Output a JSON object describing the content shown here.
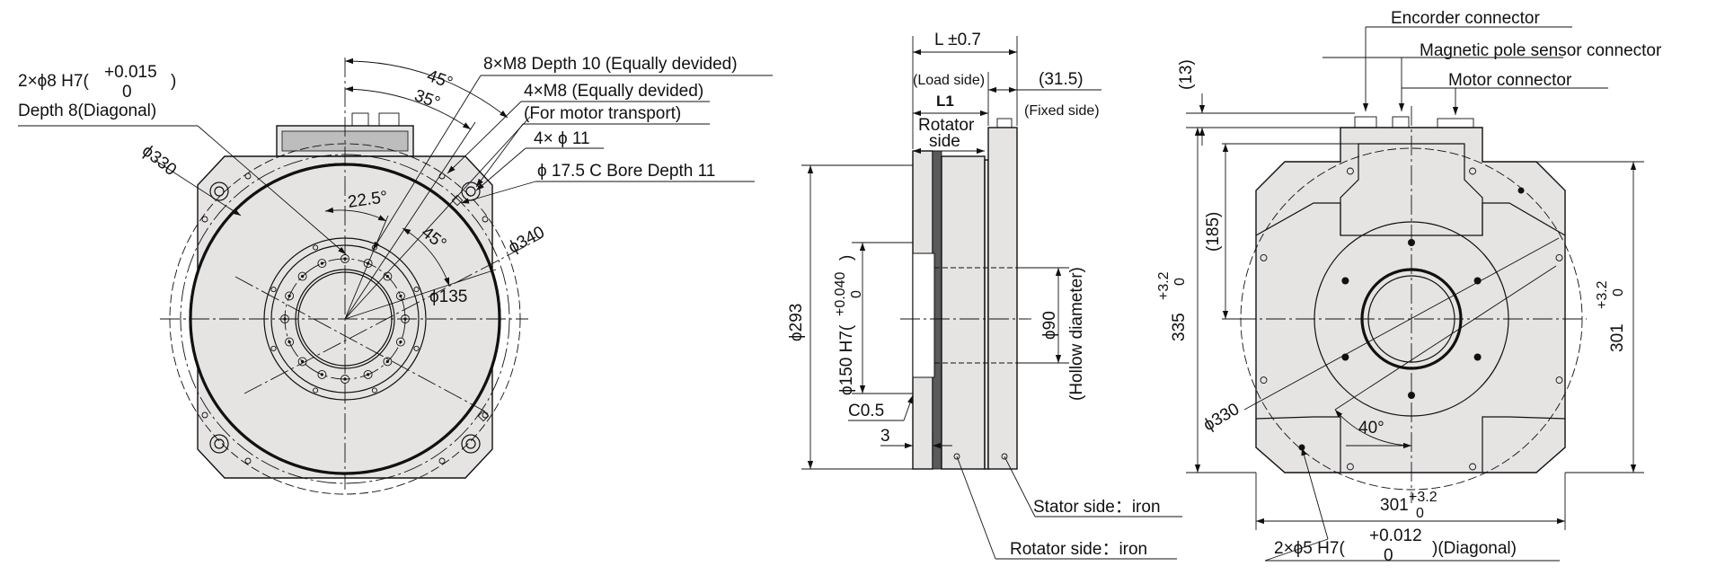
{
  "front_view": {
    "dowel_label": "2×ϕ8 H7(",
    "dowel_tol_upper": "+0.015",
    "dowel_tol_lower": "0",
    "dowel_tol_close": ")",
    "dowel_depth": "Depth 8(Diagonal)",
    "tap_m8_10": "8×M8 Depth 10 (Equally devided)",
    "tap_m8_4": "4×M8 (Equally devided)",
    "tap_m8_4_note": "(For motor transport)",
    "holes_11": "4× ϕ 11",
    "cbore": "ϕ 17.5 C Bore Depth 11",
    "dia_330": "ϕ330",
    "dia_340": "ϕ340",
    "dia_135": "ϕ135",
    "angle_45_outer": "45°",
    "angle_35": "35°",
    "angle_22_5": "22.5°",
    "angle_45_inner": "45°"
  },
  "side_view": {
    "length": "L ±0.7",
    "load_side": "(Load side)",
    "l1": "L1",
    "fixed_31_5": "(31.5)",
    "fixed_side": "(Fixed side)",
    "rotator_side_1": "Rotator",
    "rotator_side_2": "side",
    "dia_293": "ϕ293",
    "dia_150": "ϕ150 H7(",
    "dia_150_tol_upper": "+0.040",
    "dia_150_tol_lower": "0",
    "dia_150_tol_close": ")",
    "dia_90": "ϕ90",
    "hollow": "(Hollow diameter)",
    "chamfer": "C0.5",
    "dim_3": "3",
    "stator_iron": "Stator side：iron",
    "rotator_iron": "Rotator side：iron"
  },
  "rear_view": {
    "encoder_connector": "Encorder connector",
    "magnetic_connector": "Magnetic pole sensor connector",
    "motor_connector": "Motor connector",
    "dim_13": "(13)",
    "dim_185": "(185)",
    "dim_335": "335",
    "dim_335_upper": "+3.2",
    "dim_335_lower": "0",
    "dim_301_v": "301",
    "dim_301_v_upper": "+3.2",
    "dim_301_v_lower": "0",
    "dim_301_h": "301",
    "dim_301_h_upper": "+3.2",
    "dim_301_h_lower": "0",
    "dia_330": "ϕ330",
    "angle_40": "40°",
    "dowel_label": "2×ϕ5 H7(",
    "dowel_tol_upper": "+0.012",
    "dowel_tol_lower": "0",
    "dowel_tol_close": ")(Diagonal)"
  }
}
